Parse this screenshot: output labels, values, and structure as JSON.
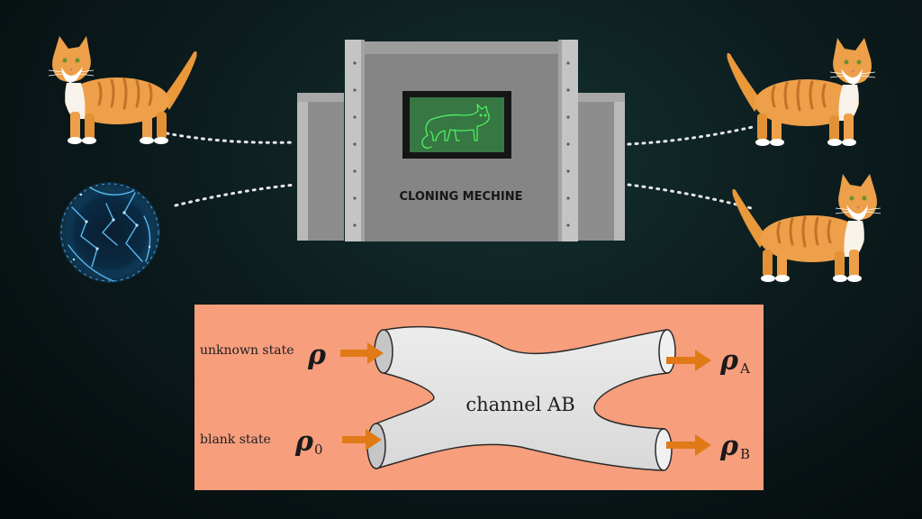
{
  "machine": {
    "label": "CLONING MECHINE"
  },
  "diagram": {
    "input_top_label": "unknown state",
    "input_bottom_label": "blank state",
    "channel_label": "channel AB",
    "rho_symbol": "ρ",
    "rho_zero_sub": "0",
    "rho_a_sub": "A",
    "rho_b_sub": "B"
  },
  "colors": {
    "diagram_background": "#f79e7d",
    "arrow": "#e07a16",
    "screen_glow": "#36c24a",
    "cat_orange": "#e9983a"
  }
}
